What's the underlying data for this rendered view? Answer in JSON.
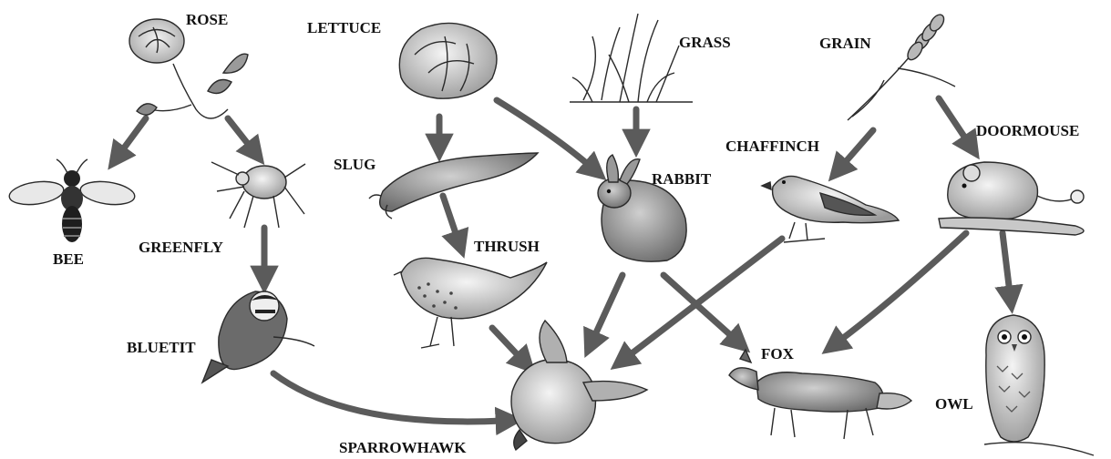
{
  "labels": {
    "rose": "ROSE",
    "lettuce": "LETTUCE",
    "grass": "GRASS",
    "grain": "GRAIN",
    "bee": "BEE",
    "greenfly": "GREENFLY",
    "bluetit": "BLUETIT",
    "slug": "SLUG",
    "thrush": "THRUSH",
    "rabbit": "RABBIT",
    "chaffinch": "CHAFFINCH",
    "doormouse": "DOORMOUSE",
    "sparrowhawk": "SPARROWHAWK",
    "fox": "FOX",
    "owl": "OWL"
  },
  "links": [
    [
      "rose",
      "bee"
    ],
    [
      "rose",
      "greenfly"
    ],
    [
      "greenfly",
      "bluetit"
    ],
    [
      "bluetit",
      "sparrowhawk"
    ],
    [
      "lettuce",
      "slug"
    ],
    [
      "lettuce",
      "rabbit"
    ],
    [
      "slug",
      "thrush"
    ],
    [
      "thrush",
      "sparrowhawk"
    ],
    [
      "grass",
      "rabbit"
    ],
    [
      "rabbit",
      "sparrowhawk"
    ],
    [
      "rabbit",
      "fox"
    ],
    [
      "grain",
      "chaffinch"
    ],
    [
      "grain",
      "doormouse"
    ],
    [
      "chaffinch",
      "sparrowhawk"
    ],
    [
      "doormouse",
      "fox"
    ],
    [
      "doormouse",
      "owl"
    ]
  ],
  "colors": {
    "arrow": "#5b5b5b",
    "label": "#111111",
    "background": "#ffffff"
  }
}
